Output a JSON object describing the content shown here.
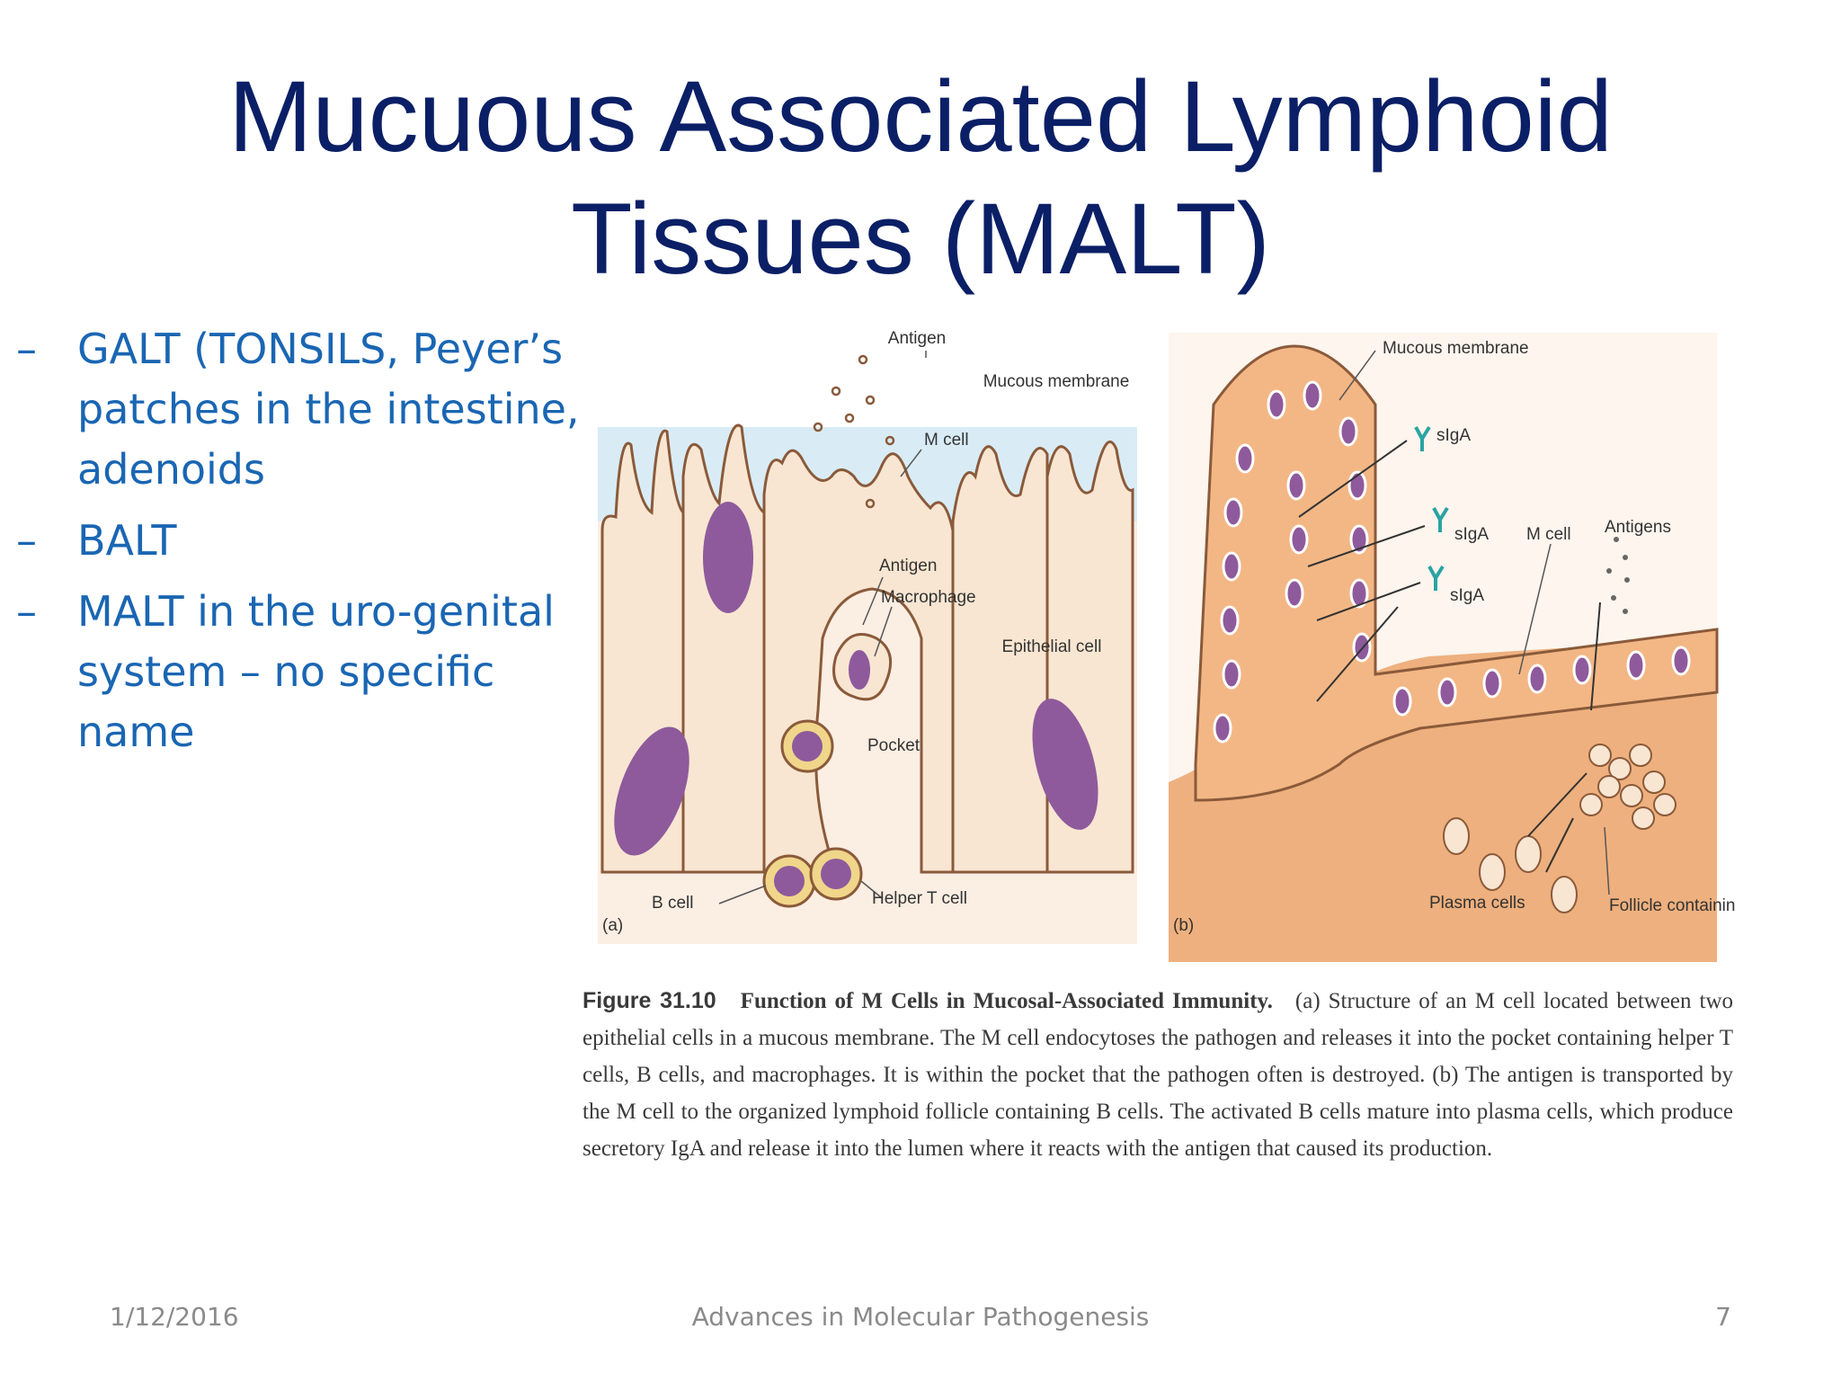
{
  "slide": {
    "title_line1": "Mucuous Associated Lymphoid",
    "title_line2": "Tissues (MALT)",
    "bullets": [
      {
        "dash": "–",
        "text": "GALT (TONSILS, Peyer’s patches in the intestine, adenoids"
      },
      {
        "dash": "–",
        "text": "BALT"
      },
      {
        "dash": "–",
        "text": "MALT in the uro-genital system – no specific name"
      }
    ]
  },
  "figure": {
    "labels_a": {
      "antigen_top": "Antigen",
      "mucous_membrane": "Mucous membrane",
      "m_cell": "M cell",
      "antigen_mid": "Antigen",
      "macrophage": "Macrophage",
      "epithelial_cell": "Epithelial cell",
      "pocket": "Pocket",
      "b_cell": "B cell",
      "helper_t_cell": "Helper T cell",
      "panel": "(a)"
    },
    "labels_b": {
      "mucous_membrane": "Mucous membrane",
      "siga_1": "sIgA",
      "siga_2": "sIgA",
      "siga_3": "sIgA",
      "m_cell": "M cell",
      "antigens": "Antigens",
      "follicle": "Follicle containing B cells",
      "plasma_cells": "Plasma cells",
      "panel": "(b)"
    },
    "caption": {
      "number": "Figure 31.10",
      "title": "Function of M Cells in Mucosal-Associated Immunity.",
      "body": "(a) Structure of an M cell located between two epithelial cells in a mucous membrane. The M cell endocytoses the pathogen and releases it into the pocket containing helper T cells, B cells, and macrophages. It is within the pocket that the pathogen often is destroyed. (b) The antigen is transported by the M cell to the organized lymphoid follicle containing B cells. The activated B cells mature into plasma cells, which produce secretory IgA and release it into the lumen where it reacts with the antigen that caused its production."
    }
  },
  "footer": {
    "date": "1/12/2016",
    "center": "Advances in Molecular Pathogenesis",
    "page": "7"
  },
  "colors": {
    "title": "#0b1f66",
    "bullet_text": "#1a66b3",
    "footer_text": "#8a8a8a",
    "cell_fill": "#f8e6d2",
    "nucleus": "#8e5a9c",
    "lumen": "#d9ecf6",
    "tissue": "#eeb07e"
  }
}
